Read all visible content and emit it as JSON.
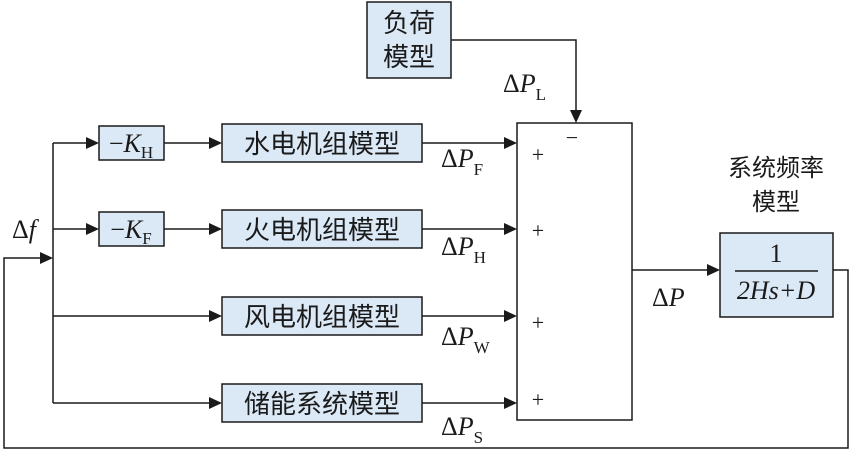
{
  "load_model": {
    "line1": "负荷",
    "line2": "模型"
  },
  "gains": {
    "hydro": {
      "prefix": "−",
      "sym": "K",
      "sub": "H"
    },
    "thermal": {
      "prefix": "−",
      "sym": "K",
      "sub": "F"
    }
  },
  "unit_models": {
    "hydro": "水电机组模型",
    "thermal": "火电机组模型",
    "wind": "风电机组模型",
    "storage": "储能系统模型"
  },
  "signals": {
    "delta_f": {
      "d": "Δ",
      "v": "f"
    },
    "delta_pl": {
      "d": "Δ",
      "v": "P",
      "sub": "L"
    },
    "delta_pf": {
      "d": "Δ",
      "v": "P",
      "sub": "F"
    },
    "delta_ph": {
      "d": "Δ",
      "v": "P",
      "sub": "H"
    },
    "delta_pw": {
      "d": "Δ",
      "v": "P",
      "sub": "W"
    },
    "delta_ps": {
      "d": "Δ",
      "v": "P",
      "sub": "S"
    },
    "delta_p": {
      "d": "Δ",
      "v": "P"
    }
  },
  "summer_signs": {
    "load": "−",
    "hydro": "+",
    "thermal": "+",
    "wind": "+",
    "storage": "+"
  },
  "freq_model": {
    "title_line1": "系统频率",
    "title_line2": "模型",
    "numerator": "1",
    "denominator": "2Hs+D"
  },
  "colors": {
    "block_fill": "#dbe8f5",
    "line": "#1a1a1a"
  }
}
